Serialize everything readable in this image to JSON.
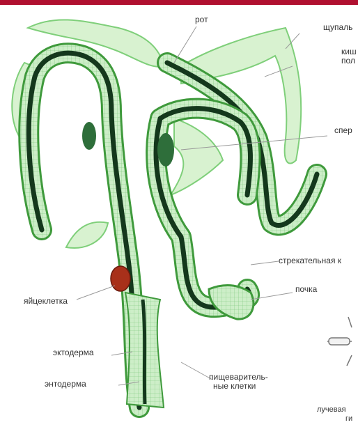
{
  "labels": {
    "mouth": "рот",
    "tentacles": "щупаль",
    "gut_line1": "киш",
    "gut_line2": "пол",
    "sperm": "спер",
    "cnidocyte": "стрекательная к",
    "bud": "почка",
    "egg": "яйцеклетка",
    "ectoderm": "эктодерма",
    "endoderm": "энтодерма",
    "digestive_line1": "пищеваритель-",
    "digestive_line2": "ные клетки",
    "radial_line1": "лучевая",
    "radial_line2": "ги"
  },
  "colors": {
    "top_bar": "#b01030",
    "ectoderm_fill": "#cdeec8",
    "ectoderm_edge": "#3f9a3c",
    "endoderm_dark": "#14381c",
    "pale_green": "#d8f2d0",
    "egg": "#a8301a",
    "label_text": "#333333",
    "leader_line": "#999999"
  }
}
